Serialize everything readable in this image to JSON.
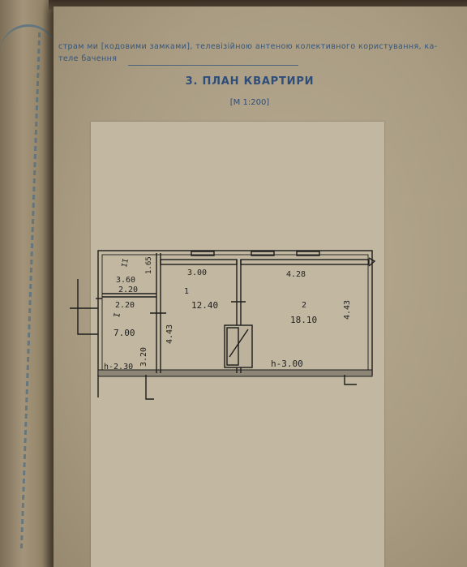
{
  "header": {
    "line1": "страм ми [кодовими замками], телевізійною антеною колективного користування, ка-",
    "line2": "теле бачення"
  },
  "section": {
    "title": "3. ПЛАН КВАРТИРИ",
    "scale": "[М 1:200]"
  },
  "plan": {
    "room_small_top": {
      "number": "II",
      "area": "3.60",
      "dim_side": "1.65",
      "dim_bottom": "2.20"
    },
    "room_left": {
      "number": "I",
      "area": "7.00",
      "dim_top": "2.20",
      "dim_side": "3.20",
      "height": "h-2.30"
    },
    "room_1": {
      "number": "1",
      "area": "12.40",
      "dim_top": "3.00",
      "dim_side": "4.43"
    },
    "room_2": {
      "number": "2",
      "area": "18.10",
      "dim_top": "4.28",
      "dim_side": "4.43",
      "height": "h-3.00"
    }
  }
}
